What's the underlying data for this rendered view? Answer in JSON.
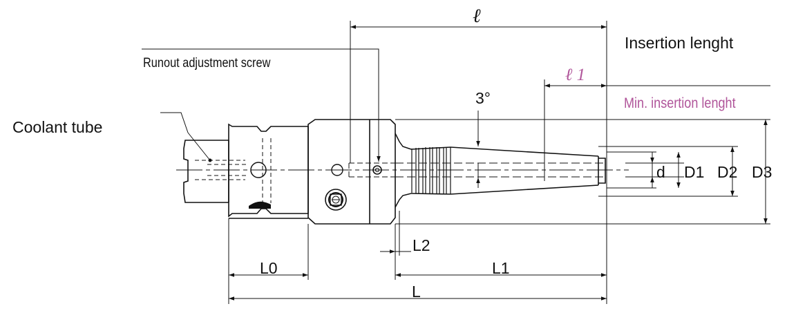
{
  "labels": {
    "coolant_tube": "Coolant tube",
    "runout_screw": "Runout adjustment screw",
    "insertion_length_symbol": "ℓ",
    "insertion_length": "Insertion lenght",
    "min_insertion_symbol": "ℓ 1",
    "min_insertion_length": "Min. insertion lenght",
    "taper_angle": "3°",
    "d": "d",
    "D1": "D1",
    "D2": "D2",
    "D3": "D3",
    "L0": "L0",
    "L1": "L1",
    "L2": "L2",
    "L": "L"
  },
  "colors": {
    "line": "#111111",
    "accent": "#b0559a"
  }
}
